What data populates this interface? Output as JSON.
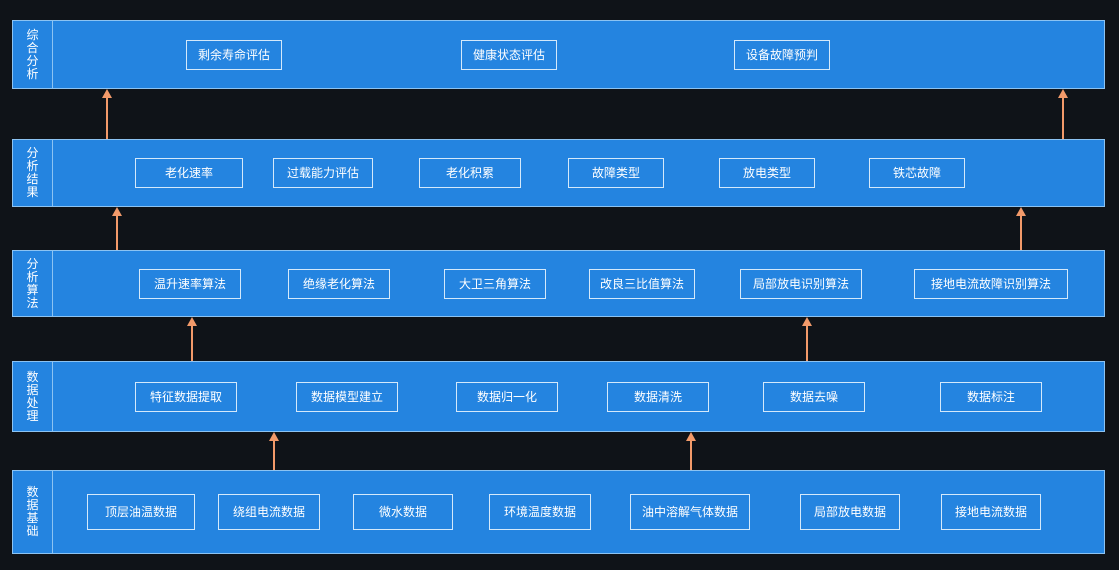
{
  "layers": [
    {
      "id": "analysis",
      "label": [
        "综",
        "合",
        "分",
        "析"
      ],
      "items": [
        "剩余寿命评估",
        "健康状态评估",
        "设备故障预判"
      ]
    },
    {
      "id": "results",
      "label": [
        "分",
        "析",
        "结",
        "果"
      ],
      "items": [
        "老化速率",
        "过载能力评估",
        "老化积累",
        "故障类型",
        "放电类型",
        "铁芯故障"
      ]
    },
    {
      "id": "algorithms",
      "label": [
        "分",
        "析",
        "算",
        "法"
      ],
      "items": [
        "温升速率算法",
        "绝缘老化算法",
        "大卫三角算法",
        "改良三比值算法",
        "局部放电识别算法",
        "接地电流故障识别算法"
      ]
    },
    {
      "id": "processing",
      "label": [
        "数",
        "据",
        "处",
        "理"
      ],
      "items": [
        "特征数据提取",
        "数据模型建立",
        "数据归一化",
        "数据清洗",
        "数据去噪",
        "数据标注"
      ]
    },
    {
      "id": "foundation",
      "label": [
        "数",
        "据",
        "基",
        "础"
      ],
      "items": [
        "顶层油温数据",
        "绕组电流数据",
        "微水数据",
        "环境温度数据",
        "油中溶解气体数据",
        "局部放电数据",
        "接地电流数据"
      ]
    }
  ],
  "colors": {
    "background": "#0f1318",
    "layer_fill": "#2484e0",
    "border": "#8cc3f2",
    "arrow": "#f29a6a"
  }
}
